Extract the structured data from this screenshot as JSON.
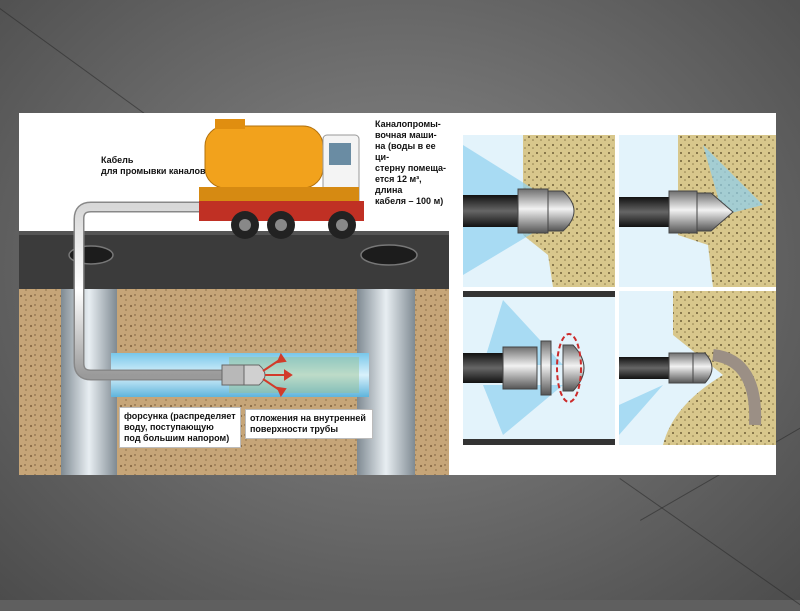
{
  "diagram": {
    "truck_caption": "Каналопромы-\nвочная маши-\nна (воды в ее ци-\nстерну помеща-\nется 12 м³, длина\nкабеля – 100 м)",
    "cable_caption": "Кабель\nдля промывки каналов",
    "nozzle_caption": "форсунка (распределяет\nводу, поступающую\nпод большим напором)",
    "deposits_caption": "отложения на внутренней\nповерхности трубы"
  },
  "colors": {
    "tanker": "#f2a21c",
    "water": "#8fd0f0",
    "soil": "#c8a77a",
    "asphalt": "#3a3a3a"
  },
  "icons": [
    "nozzle-head-icon",
    "rotating-nozzle-icon",
    "water-jet-icon"
  ]
}
